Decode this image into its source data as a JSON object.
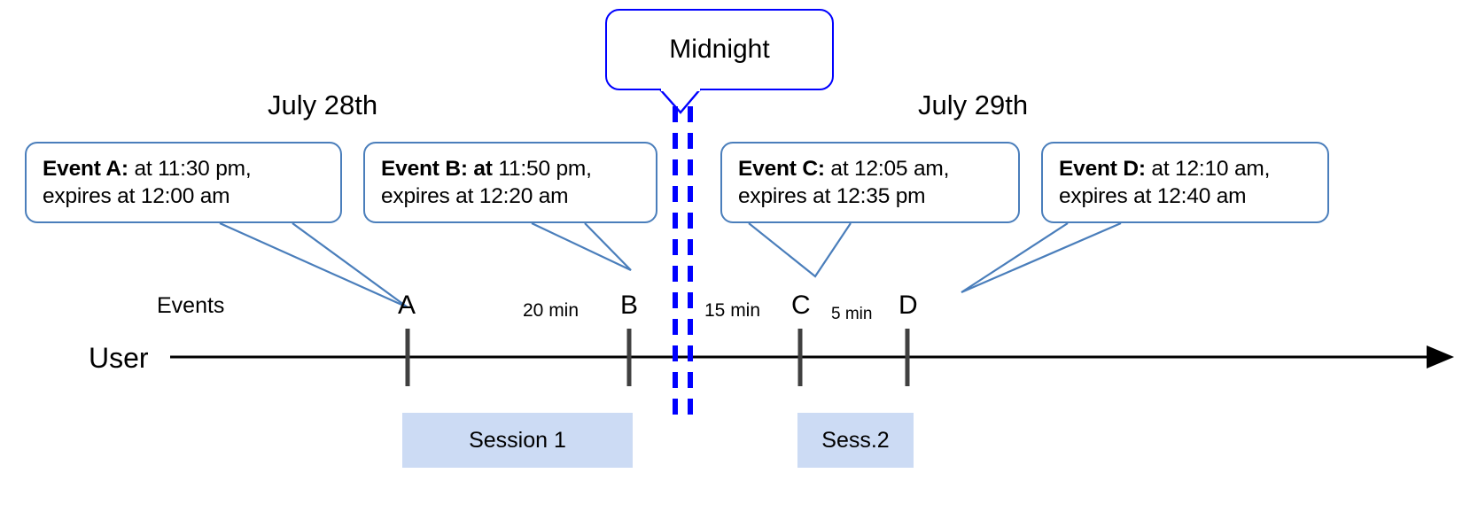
{
  "diagram": {
    "title": "Event expiry across midnight timeline",
    "colors": {
      "callout_border": "#4a7ebb",
      "midnight_blue": "#0000ff",
      "session_fill": "#ccdbf4",
      "tick": "#404040",
      "axis": "#000000"
    }
  },
  "midnight": {
    "label": "Midnight"
  },
  "dates": {
    "left": "July 28th",
    "right": "July 29th"
  },
  "axis": {
    "row_label": "User",
    "events_label": "Events"
  },
  "callouts": [
    {
      "id": "event-a",
      "bold": "Event A:",
      "line1_rest": " at 11:30 pm,",
      "line2": "expires at 12:00 am",
      "bold_extra": ""
    },
    {
      "id": "event-b",
      "bold": "Event B: at",
      "line1_rest": " 11:50 pm,",
      "line2": "expires at 12:20 am",
      "bold_extra": ""
    },
    {
      "id": "event-c",
      "bold": "Event C:",
      "line1_rest": " at 12:05 am,",
      "line2": "expires at 12:35 pm",
      "bold_extra": ""
    },
    {
      "id": "event-d",
      "bold": "Event D:",
      "line1_rest": "  at 12:10 am,",
      "line2": "expires at 12:40 am",
      "bold_extra": ""
    }
  ],
  "ticks": [
    {
      "id": "tick-a",
      "label": "A"
    },
    {
      "id": "tick-b",
      "label": "B"
    },
    {
      "id": "tick-c",
      "label": "C"
    },
    {
      "id": "tick-d",
      "label": "D"
    }
  ],
  "intervals": [
    {
      "id": "interval-ab",
      "label": "20 min"
    },
    {
      "id": "interval-bc",
      "label": "15 min"
    },
    {
      "id": "interval-cd",
      "label": "5 min"
    }
  ],
  "sessions": [
    {
      "id": "session-1",
      "label": "Session 1"
    },
    {
      "id": "session-2",
      "label": "Sess.2"
    }
  ]
}
